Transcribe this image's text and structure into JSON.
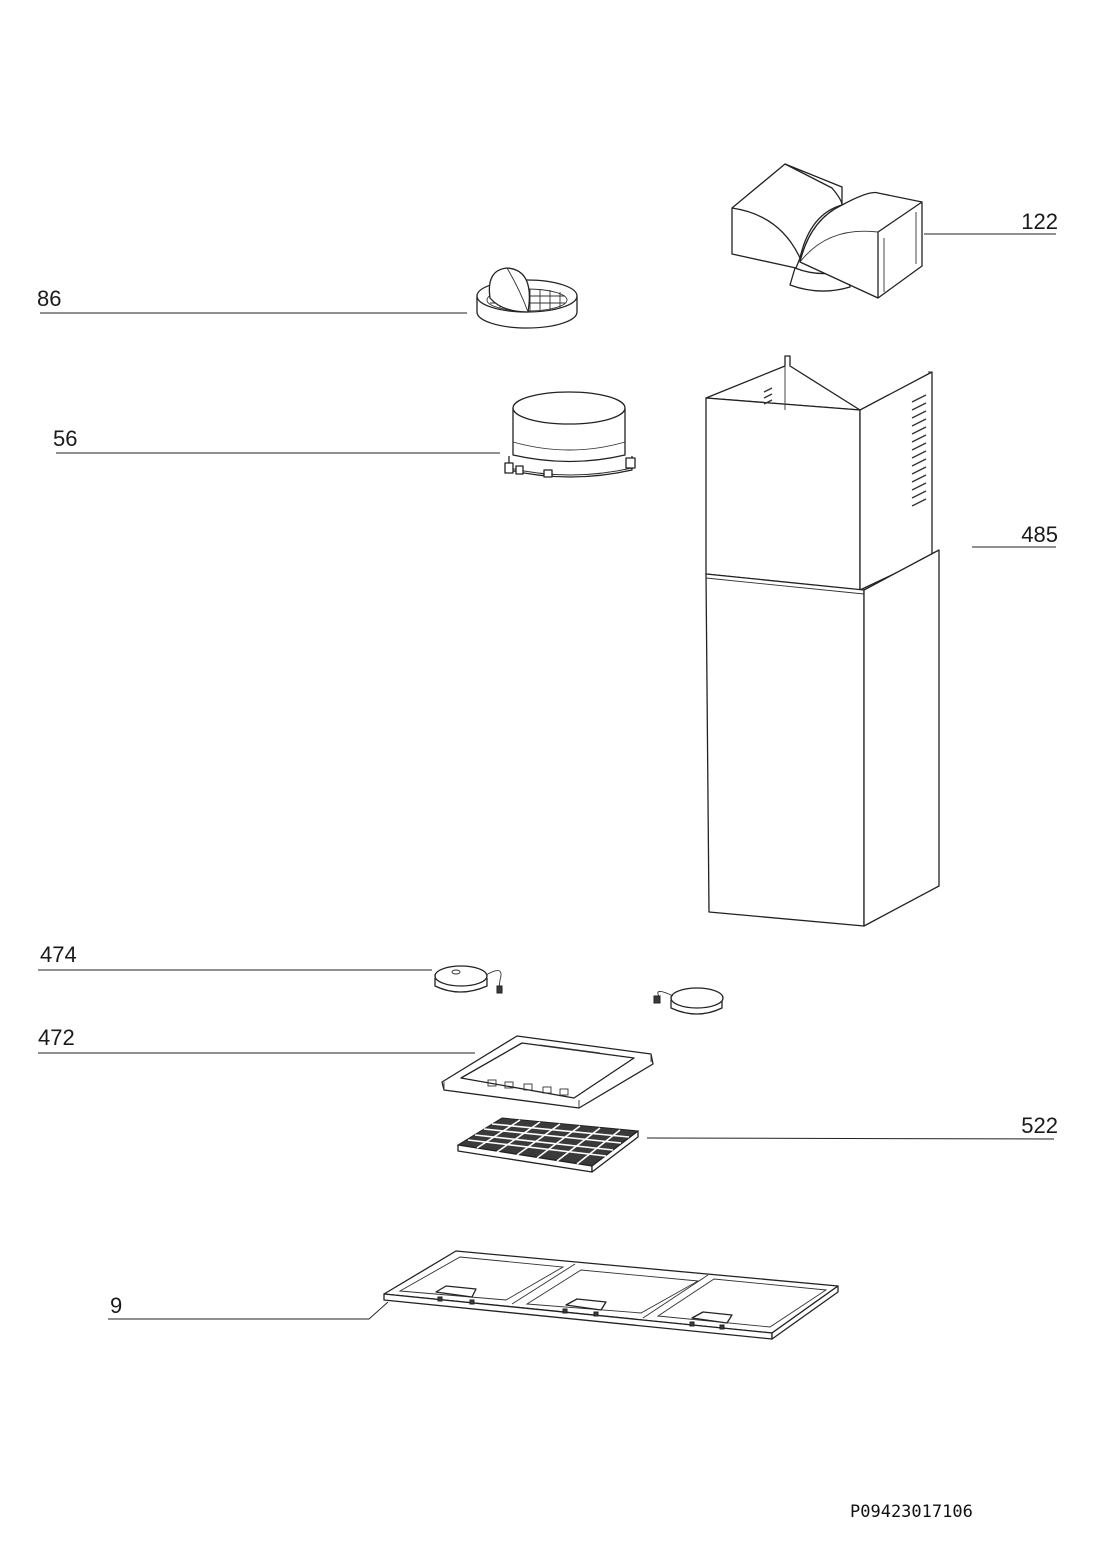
{
  "parts": [
    {
      "id": "122"
    },
    {
      "id": "86"
    },
    {
      "id": "56"
    },
    {
      "id": "485"
    },
    {
      "id": "474"
    },
    {
      "id": "472"
    },
    {
      "id": "522"
    },
    {
      "id": "9"
    }
  ],
  "drawing_code": "P09423017106"
}
